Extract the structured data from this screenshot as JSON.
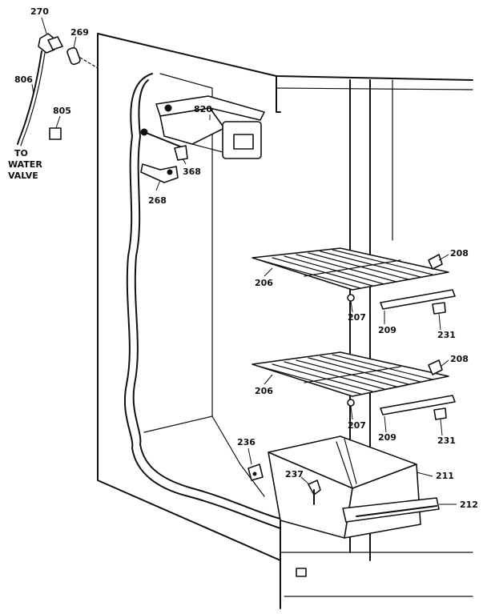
{
  "callouts": {
    "p270": "270",
    "p269": "269",
    "p806": "806",
    "p805": "805",
    "to_water_valve": [
      "TO",
      "WATER",
      "VALVE"
    ],
    "p820": "820",
    "p368": "368",
    "p268": "268",
    "p208a": "208",
    "p206a": "206",
    "p207a": "207",
    "p209a": "209",
    "p231a": "231",
    "p208b": "208",
    "p206b": "206",
    "p207b": "207",
    "p209b": "209",
    "p231b": "231",
    "p236": "236",
    "p237": "237",
    "p211": "211",
    "p212": "212"
  }
}
